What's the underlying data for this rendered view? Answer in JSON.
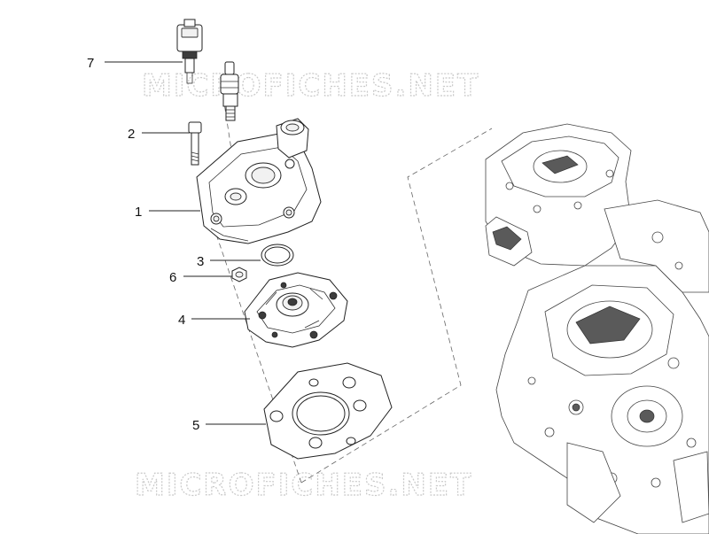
{
  "watermark_text": "MICROFICHES.NET",
  "callouts": [
    {
      "id": "7",
      "part": "temperature-sensor"
    },
    {
      "id": "2",
      "part": "bolt"
    },
    {
      "id": "1",
      "part": "cylinder-head-cover"
    },
    {
      "id": "3",
      "part": "o-ring"
    },
    {
      "id": "6",
      "part": "nut"
    },
    {
      "id": "4",
      "part": "cylinder-head"
    },
    {
      "id": "5",
      "part": "head-gasket"
    }
  ],
  "colors": {
    "line": "#222222",
    "watermark": "#c9c9c9",
    "background": "#ffffff"
  }
}
